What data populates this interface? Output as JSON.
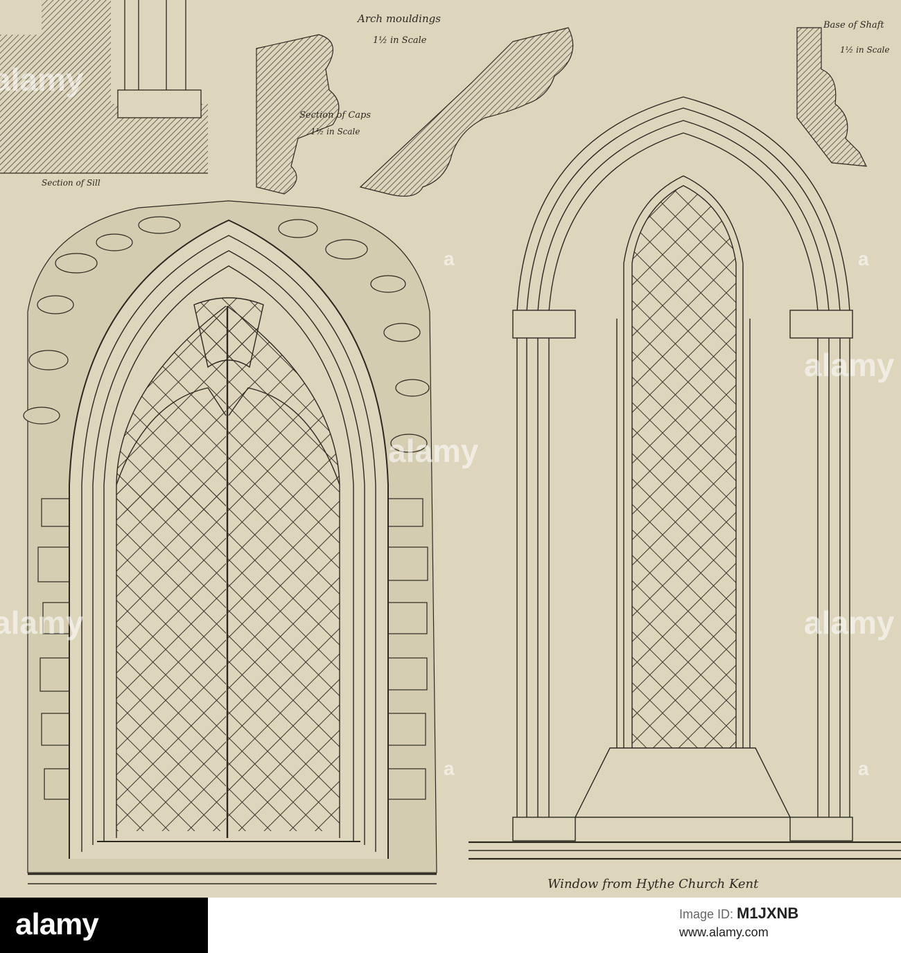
{
  "captions": {
    "arch_mouldings": "Arch mouldings",
    "arch_scale": "1½ in Scale",
    "base_of_shaft": "Base of Shaft",
    "base_scale": "1½ in Scale",
    "section_of_caps": "Section of Caps",
    "caps_scale": "1½ in Scale",
    "section_of_sill": "Section of Sill",
    "title": "Window from Hythe Church Kent"
  },
  "watermark": {
    "text": "alamy",
    "marker": "a"
  },
  "footer": {
    "brand": "alamy",
    "image_id_label": "Image ID:",
    "image_id": "M1JXNB",
    "site": "www.alamy.com"
  },
  "colors": {
    "paper": "#ddd6bd",
    "ink": "#2c2820",
    "footer_bg": "#000000"
  }
}
